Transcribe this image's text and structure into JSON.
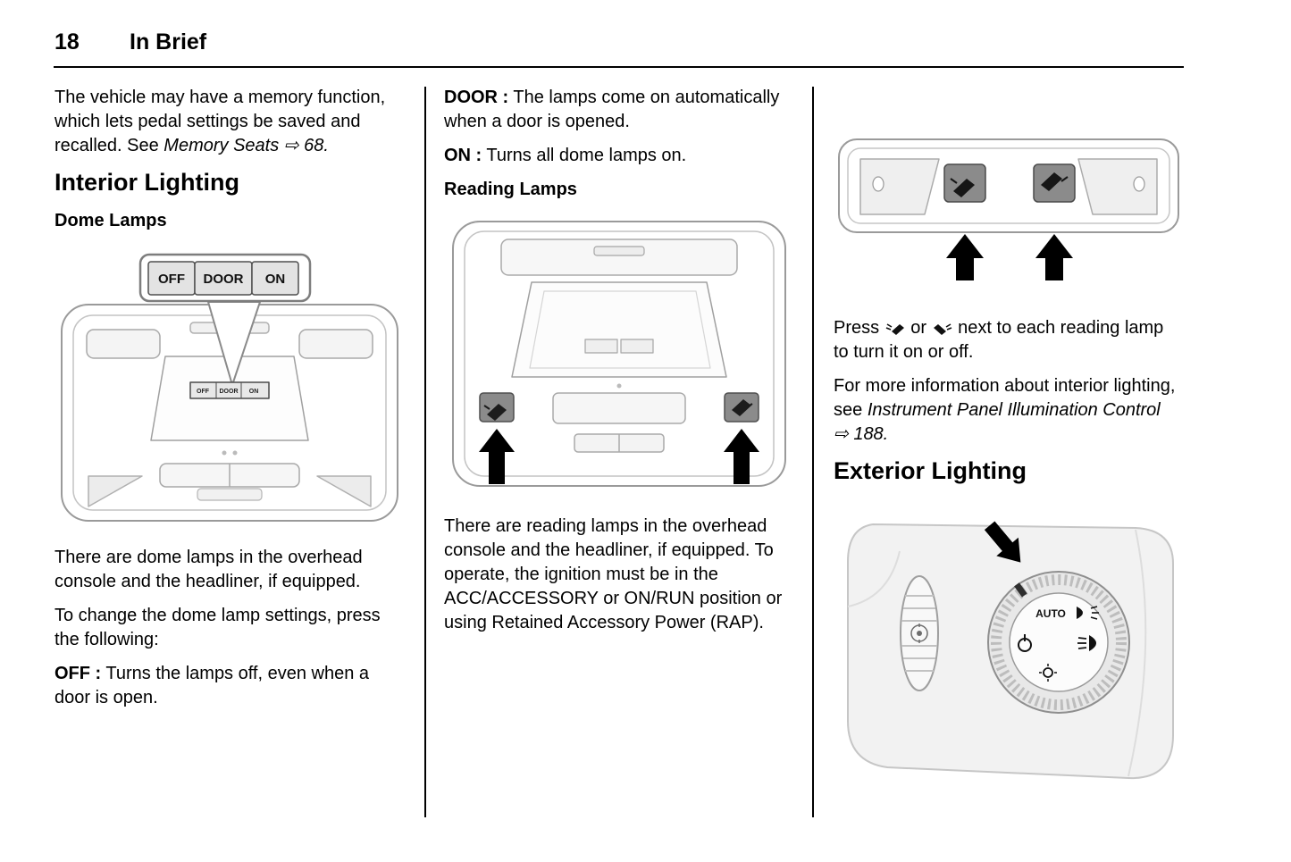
{
  "header": {
    "page_number": "18",
    "chapter_title": "In Brief"
  },
  "left": {
    "intro_pre": "The vehicle may have a memory function, which lets pedal settings be saved and recalled. See ",
    "intro_ref": "Memory Seats ⇨ 68.",
    "interior_heading": "Interior Lighting",
    "dome_heading": "Dome Lamps",
    "dome_figure": {
      "callout": [
        "OFF",
        "DOOR",
        "ON"
      ],
      "switch_labels": [
        "OFF",
        "DOOR",
        "ON"
      ]
    },
    "p_location": "There are dome lamps in the overhead console and the headliner, if equipped.",
    "p_change": "To change the dome lamp settings, press the following:",
    "off_term": "OFF :",
    "off_desc": " Turns the lamps off, even when a door is open."
  },
  "middle": {
    "door_term": "DOOR :",
    "door_desc": " The lamps come on automatically when a door is opened.",
    "on_term": "ON :",
    "on_desc": " Turns all dome lamps on.",
    "reading_heading": "Reading Lamps",
    "p_reading": "There are reading lamps in the overhead console and the headliner, if equipped. To operate, the ignition must be in the ACC/ACCESSORY or ON/RUN position or using Retained Accessory Power (RAP)."
  },
  "right": {
    "press_pre": "Press ",
    "press_mid": " or ",
    "press_post": " next to each reading lamp to turn it on or off.",
    "info_pre": "For more information about interior lighting, see ",
    "info_ref": "Instrument Panel Illumination Control ⇨ 188.",
    "exterior_heading": "Exterior Lighting",
    "knob": {
      "auto_label": "AUTO"
    }
  },
  "icons": {
    "xref_arrow": "⇨",
    "up_arrow": "solid-black-up-arrow",
    "knob_pointer": "solid-black-diagonal-arrow",
    "reading_lamp": "tilted-reading-lamp-glyph",
    "power_symbol": "power-circle-glyph",
    "headlamp_symbol": "lamp-with-rays-glyph"
  }
}
